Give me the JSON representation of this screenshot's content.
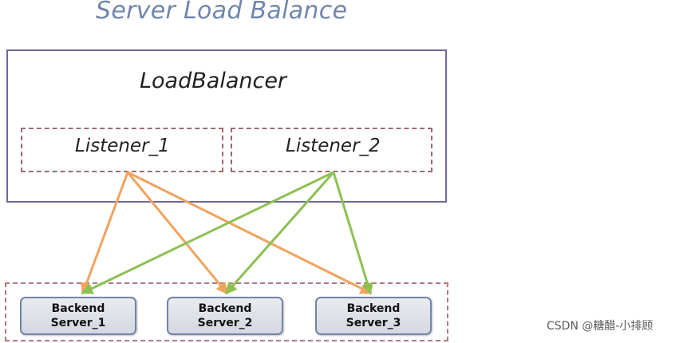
{
  "title": "Server Load Balance",
  "load_balancer": {
    "label": "LoadBalancer",
    "listeners": [
      {
        "label": "Listener_1"
      },
      {
        "label": "Listener_2"
      }
    ]
  },
  "backend_servers": [
    {
      "line1": "Backend",
      "line2": "Server_1"
    },
    {
      "line1": "Backend",
      "line2": "Server_2"
    },
    {
      "line1": "Backend",
      "line2": "Server_3"
    }
  ],
  "connections": [
    {
      "from": "Listener_1",
      "to": "Server_1",
      "color": "#f0a35e"
    },
    {
      "from": "Listener_1",
      "to": "Server_2",
      "color": "#f0a35e"
    },
    {
      "from": "Listener_1",
      "to": "Server_3",
      "color": "#f0a35e"
    },
    {
      "from": "Listener_2",
      "to": "Server_1",
      "color": "#8cc152"
    },
    {
      "from": "Listener_2",
      "to": "Server_2",
      "color": "#8cc152"
    },
    {
      "from": "Listener_2",
      "to": "Server_3",
      "color": "#8cc152"
    }
  ],
  "colors": {
    "listener_1_arrows": "#f0a35e",
    "listener_2_arrows": "#8cc152",
    "title": "#6f86ad"
  },
  "watermark": "CSDN @糖醋-小排顾"
}
